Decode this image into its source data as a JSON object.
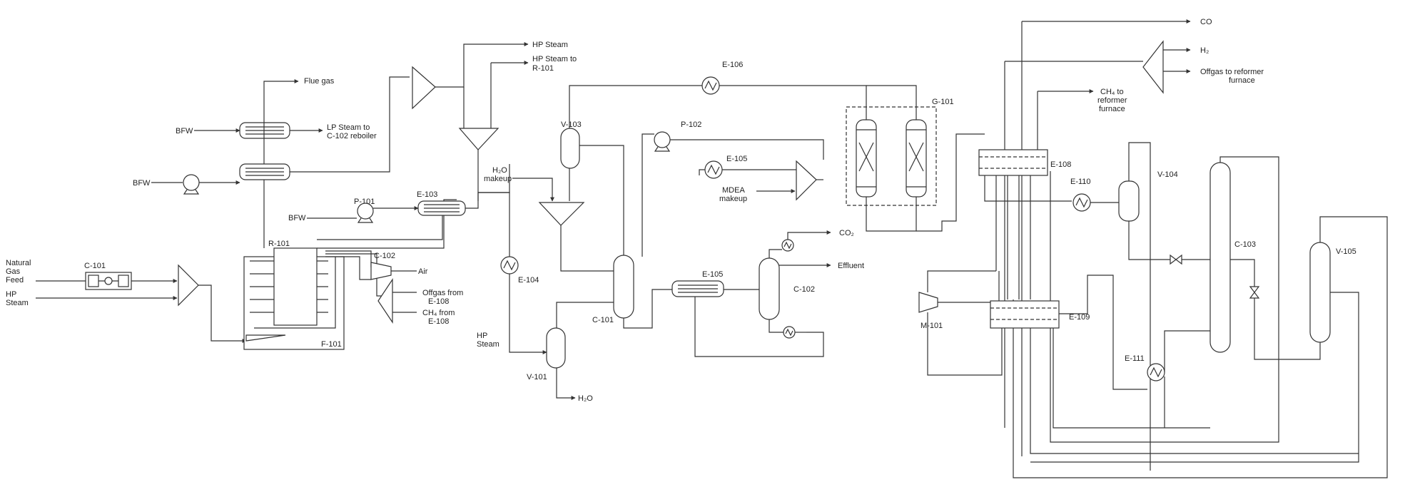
{
  "equipment": {
    "c101": "C-101",
    "r101": "R-101",
    "f101": "F-101",
    "c102a": "C-102",
    "p101": "P-101",
    "e103": "E-103",
    "v103": "V-103",
    "p102": "P-102",
    "e106": "E-106",
    "e105a": "E-105",
    "e105b": "E-105",
    "e104": "E-104",
    "v101": "V-101",
    "c101b": "C-101",
    "c102b": "C-102",
    "g101": "G-101",
    "e108": "E-108",
    "e110": "E-110",
    "v104": "V-104",
    "c103": "C-103",
    "v105": "V-105",
    "m101": "M-101",
    "e109": "E-109",
    "e111": "E-111"
  },
  "streams": {
    "natural_gas": [
      "Natural",
      "Gas",
      "Feed"
    ],
    "hp_steam_feed": [
      "HP",
      "Steam"
    ],
    "bfw1": "BFW",
    "bfw2": "BFW",
    "bfw3": "BFW",
    "flue_gas": "Flue gas",
    "lp_steam": [
      "LP Steam to",
      "C-102 reboiler"
    ],
    "hp_steam_out": "HP Steam",
    "hp_steam_r101": [
      "HP Steam to",
      "R-101"
    ],
    "air": "Air",
    "offgas_e108": [
      "Offgas from",
      "E-108"
    ],
    "ch4_e108": [
      "CH₄ from",
      "E-108"
    ],
    "h2o_makeup": [
      "H₂O",
      "makeup"
    ],
    "mdea_makeup": [
      "MDEA",
      "makeup"
    ],
    "hp_steam_v101": [
      "HP",
      "Steam"
    ],
    "h2o_out": "H₂O",
    "co2": "CO₂",
    "effluent": "Effluent",
    "co": "CO",
    "h2": "H₂",
    "offgas_furnace": [
      "Offgas to reformer",
      "furnace"
    ],
    "ch4_furnace": [
      "CH₄ to",
      "reformer",
      "furnace"
    ]
  }
}
